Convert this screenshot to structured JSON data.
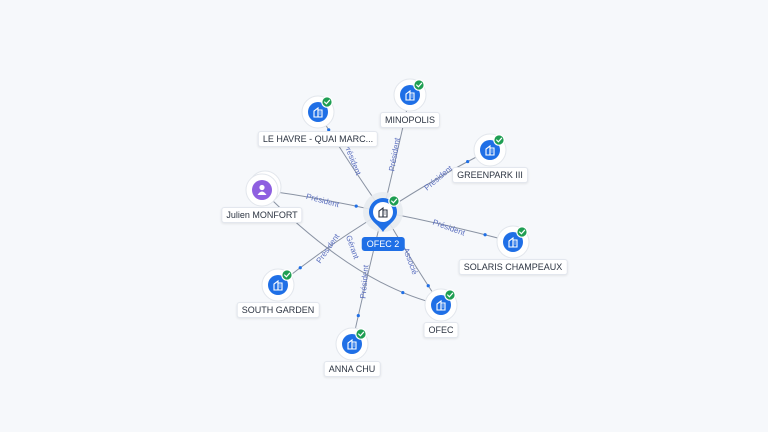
{
  "colors": {
    "primary": "#1f6fe6",
    "check": "#1e9e52",
    "person": "#8e5fe0",
    "edge": "#8a93a3",
    "edge_label": "#5b6fbf"
  },
  "center": {
    "label": "OFEC 2",
    "icon": "building-icon"
  },
  "nodes": [
    {
      "id": "le-havre",
      "label": "LE HAVRE - QUAI MARC...",
      "icon": "building-icon",
      "verified": true
    },
    {
      "id": "minopolis",
      "label": "MINOPOLIS",
      "icon": "building-icon",
      "verified": true
    },
    {
      "id": "greenpark",
      "label": "GREENPARK III",
      "icon": "building-icon",
      "verified": true
    },
    {
      "id": "solaris",
      "label": "SOLARIS CHAMPEAUX",
      "icon": "building-icon",
      "verified": true
    },
    {
      "id": "ofec",
      "label": "OFEC",
      "icon": "building-icon",
      "verified": true
    },
    {
      "id": "anna-chu",
      "label": "ANNA CHU",
      "icon": "building-icon",
      "verified": true
    },
    {
      "id": "south-garden",
      "label": "SOUTH GARDEN",
      "icon": "building-icon",
      "verified": true
    },
    {
      "id": "julien",
      "label": "Julien MONFORT",
      "icon": "person-icon",
      "verified": false
    }
  ],
  "edges": [
    {
      "from": "center",
      "to": "le-havre",
      "label": "Président"
    },
    {
      "from": "center",
      "to": "minopolis",
      "label": "Président"
    },
    {
      "from": "center",
      "to": "greenpark",
      "label": "Président"
    },
    {
      "from": "center",
      "to": "solaris",
      "label": "Président"
    },
    {
      "from": "center",
      "to": "ofec",
      "label": "Associé"
    },
    {
      "from": "center",
      "to": "anna-chu",
      "label": "Président"
    },
    {
      "from": "center",
      "to": "south-garden",
      "label": "Président"
    },
    {
      "from": "julien",
      "to": "center",
      "label": "Président"
    },
    {
      "from": "julien",
      "to": "ofec",
      "label": "Gérant"
    }
  ]
}
